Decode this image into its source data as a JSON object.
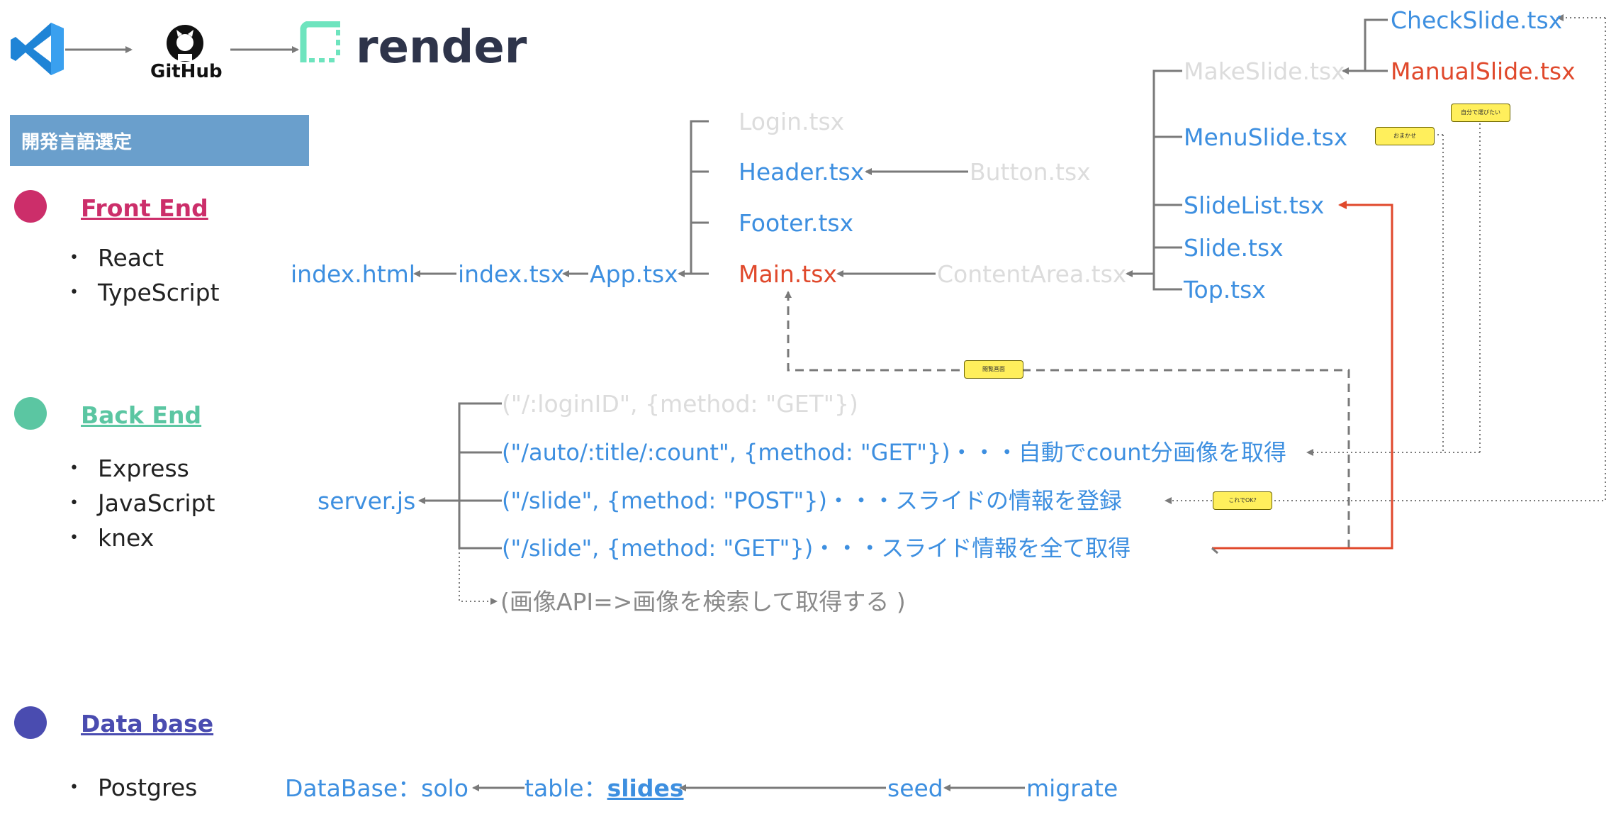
{
  "header": {
    "github_label": "GitHub",
    "render_label": "render"
  },
  "sidebar": {
    "banner": "開発言語選定",
    "front_end": {
      "title": "Front End",
      "color": "#cc2e6a",
      "items": [
        "React",
        "TypeScript"
      ]
    },
    "back_end": {
      "title": "Back End",
      "color": "#5bc6a2",
      "items": [
        "Express",
        "JavaScript",
        "knex"
      ]
    },
    "data_base": {
      "title": "Data base",
      "color": "#4a4cb0",
      "items": [
        "Postgres"
      ]
    }
  },
  "frontend_tree": {
    "index_html": "index.html",
    "index_tsx": "index.tsx",
    "app_tsx": "App.tsx",
    "login_tsx": "Login.tsx",
    "header_tsx": "Header.tsx",
    "button_tsx": "Button.tsx",
    "footer_tsx": "Footer.tsx",
    "main_tsx": "Main.tsx",
    "content_area_tsx": "ContentArea.tsx",
    "make_slide_tsx": "MakeSlide.tsx",
    "check_slide_tsx": "CheckSlide.tsx",
    "manual_slide_tsx": "ManualSlide.tsx",
    "menu_slide_tsx": "MenuSlide.tsx",
    "slide_list_tsx": "SlideList.tsx",
    "slide_tsx": "Slide.tsx",
    "top_tsx": "Top.tsx"
  },
  "backend_tree": {
    "server_js": "server.js",
    "routes": [
      "(\"/:loginID\", {method: \"GET\"})",
      "(\"/auto/:title/:count\", {method: \"GET\"})・・・自動でcount分画像を取得",
      "(\"/slide\", {method: \"POST\"})・・・スライドの情報を登録",
      "(\"/slide\", {method: \"GET\"})・・・スライド情報を全て取得"
    ],
    "image_api": "(画像API=>画像を検索して取得する )"
  },
  "notes": {
    "jibun": "自分で選びたい",
    "omakase": "おまかせ",
    "etsuran": "閲覧画面",
    "koredeok": "これでOK?"
  },
  "db_tree": {
    "database": "DataBase：solo",
    "table_prefix": "table：",
    "table_name": "slides",
    "seed": "seed",
    "migrate": "migrate"
  },
  "colors": {
    "link_blue": "#3d8fe0",
    "inactive_gray": "#dcdcdc",
    "highlight_red": "#e0492c",
    "arrow_gray": "#7a7a7a",
    "note_yellow": "#ffef5c",
    "banner_blue": "#6a9fcc"
  }
}
